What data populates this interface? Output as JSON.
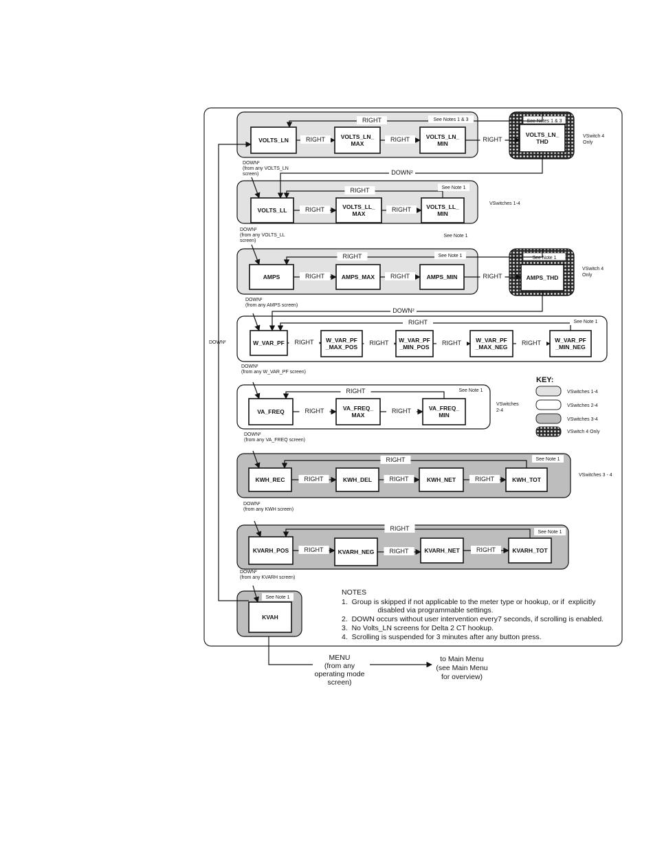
{
  "labels": {
    "right": "RIGHT",
    "down": "DOWN²",
    "down_main": "DOWN²",
    "see_note_1": "See Note 1",
    "see_notes_1_3": "See Notes 1 & 3"
  },
  "groups": [
    {
      "id": "volts-ln",
      "fill": "#e2e2e2",
      "boxes": [
        [
          "VOLTS_LN"
        ],
        [
          "VOLTS_LN_",
          "MAX"
        ],
        [
          "VOLTS_LN_",
          "MIN"
        ]
      ],
      "extra": {
        "lines": [
          "VOLTS_LN_",
          "THD"
        ],
        "note": "See Notes 1 & 3"
      },
      "note": "See Notes 1 & 3",
      "side": [
        "VSwitch 4",
        "Only"
      ],
      "down_from": [
        "DOWN²",
        "(from any VOLTS_LN",
        "screen)"
      ]
    },
    {
      "id": "volts-ll",
      "fill": "#e2e2e2",
      "boxes": [
        [
          "VOLTS_LL"
        ],
        [
          "VOLTS_LL_",
          "MAX"
        ],
        [
          "VOLTS_LL_",
          "MIN"
        ]
      ],
      "note": "See Note 1",
      "side": [
        "VSwitches 1-4"
      ],
      "under_note": "See Note 1",
      "down_from": [
        "DOWN²",
        "(from any VOLTS_LL",
        "screen)"
      ]
    },
    {
      "id": "amps",
      "fill": "#e2e2e2",
      "boxes": [
        [
          "AMPS"
        ],
        [
          "AMPS_MAX"
        ],
        [
          "AMPS_MIN"
        ]
      ],
      "extra": {
        "lines": [
          "AMPS_THD"
        ],
        "note": "See Note 1"
      },
      "note": "See Note 1",
      "side": [
        "VSwitch 4",
        "Only"
      ],
      "down_from": [
        "DOWN²",
        "(from any AMPS screen)"
      ]
    },
    {
      "id": "w-var-pf",
      "fill": "#ffffff",
      "boxes": [
        [
          "W_VAR_PF"
        ],
        [
          "W_VAR_PF",
          "_MAX_POS"
        ],
        [
          "W_VAR_PF",
          "_MIN_POS"
        ],
        [
          "W_VAR_PF",
          "_MAX_NEG"
        ],
        [
          "W_VAR_PF",
          "_MIN_NEG"
        ]
      ],
      "note": "See Note 1",
      "side": [],
      "down_from": [
        "DOWN²",
        "(from any W_VAR_PF screen)"
      ]
    },
    {
      "id": "va-freq",
      "fill": "#ffffff",
      "boxes": [
        [
          "VA_FREQ"
        ],
        [
          "VA_FREQ_",
          "MAX"
        ],
        [
          "VA_FREQ_",
          "MIN"
        ]
      ],
      "note": "See Note 1",
      "side": [
        "VSwitches",
        "2-4"
      ],
      "down_from": [
        "DOWN²",
        "(from any VA_FREQ screen)"
      ]
    },
    {
      "id": "kwh",
      "fill": "#bdbdbd",
      "boxes": [
        [
          "KWH_REC"
        ],
        [
          "KWH_DEL"
        ],
        [
          "KWH_NET"
        ],
        [
          "KWH_TOT"
        ]
      ],
      "note": "See Note 1",
      "side": [
        "VSwitches 3 - 4"
      ],
      "down_from": [
        "DOWN²",
        "(from any KWH screen)"
      ]
    },
    {
      "id": "kvarh",
      "fill": "#bdbdbd",
      "boxes": [
        [
          "KVARH_POS"
        ],
        [
          "KVARH_NEG"
        ],
        [
          "KVARH_NET"
        ],
        [
          "KVARH_TOT"
        ]
      ],
      "note": "See Note 1",
      "side": [],
      "down_from": [
        "DOWN²",
        "(from any KVARH screen)"
      ]
    },
    {
      "id": "kvah",
      "fill": "#bdbdbd",
      "boxes": [
        [
          "KVAH"
        ]
      ],
      "note": "See Note 1",
      "side": []
    }
  ],
  "key": {
    "title": "KEY:",
    "items": [
      {
        "label": "VSwitches 1-4",
        "fill": "#e2e2e2"
      },
      {
        "label": "VSwitches 2-4",
        "fill": "#ffffff"
      },
      {
        "label": "VSwitches 3-4",
        "fill": "#bdbdbd"
      },
      {
        "label": "VSwitch 4 Only",
        "fill": "dotted"
      }
    ]
  },
  "notes": {
    "title": "NOTES",
    "items": [
      "1.  Group is skipped if not applicable to the meter type or hookup, or if  explicitly",
      "                  disabled via programmable settings.",
      "2.  DOWN occurs without user intervention every7 seconds, if scrolling is enabled.",
      "3.  No Volts_LN screens for Delta 2 CT hookup.",
      "4.  Scrolling is suspended for 3 minutes after any button press."
    ]
  },
  "menu": {
    "lines": [
      "MENU",
      "(from any",
      "operating mode",
      "screen)"
    ],
    "target": [
      "to Main Menu",
      "(see Main Menu",
      "for overview)"
    ]
  }
}
